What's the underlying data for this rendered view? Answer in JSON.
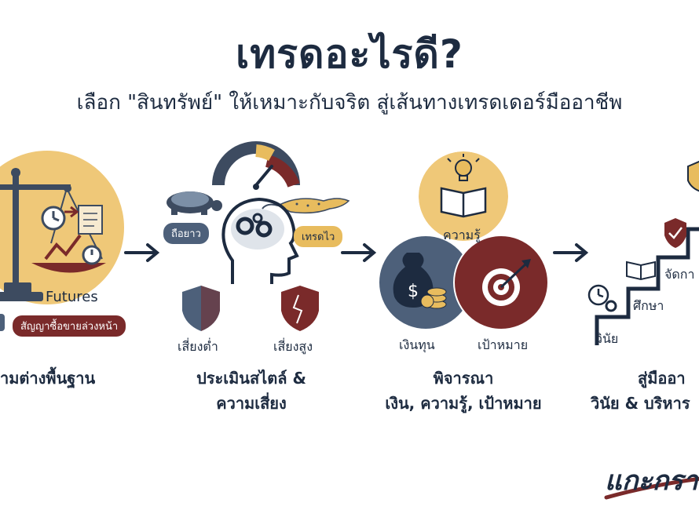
{
  "header": {
    "title": "เทรดอะไรดี?",
    "subtitle": "เลือก \"สินทรัพย์\" ให้เหมาะกับจริต สู่เส้นทางเทรดเดอร์มืออาชีพ"
  },
  "step1": {
    "futures_label": "Futures",
    "futures_desc": "สัญญาซื้อขายล่วงหน้า",
    "caption": "ามต่างพื้นฐาน"
  },
  "step2": {
    "long_term": "ถือยาว",
    "fast_trade": "เทรดไว",
    "low_risk": "เสี่ยงต่ำ",
    "high_risk": "เสี่ยงสูง",
    "caption_line1": "ประเมินสไตล์ &",
    "caption_line2": "ความเสี่ยง"
  },
  "step3": {
    "knowledge": "ความรู้",
    "capital": "เงินทุน",
    "goal": "เป้าหมาย",
    "caption_line1": "พิจารณา",
    "caption_line2": "เงิน, ความรู้, เป้าหมาย"
  },
  "step4": {
    "manage": "จัดกา",
    "study": "ศึกษา",
    "discipline": "วินัย",
    "caption_line1": "สู่มืออา",
    "caption_line2": "วินัย & บริหาร"
  },
  "logo": "แกะกรา",
  "colors": {
    "navy": "#1d2b40",
    "gold": "#e8bc5e",
    "maroon": "#7a2a2a",
    "slate": "#4d607a"
  }
}
